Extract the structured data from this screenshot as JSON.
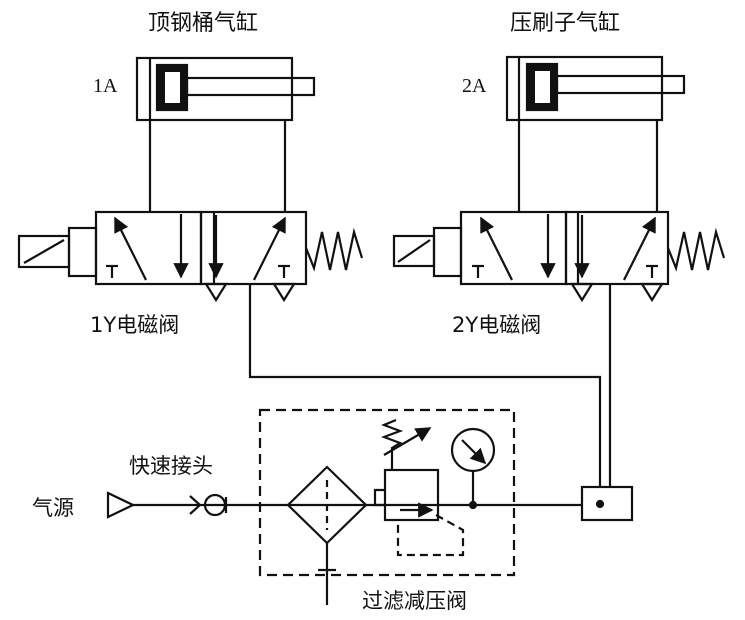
{
  "labels": {
    "cylinder_1_title": "顶钢桶气缸",
    "cylinder_2_title": "压刷子气缸",
    "cylinder_1_tag": "1A",
    "cylinder_2_tag": "2A",
    "valve_1": "1Y电磁阀",
    "valve_2": "2Y电磁阀",
    "quick_coupler": "快速接头",
    "air_source": "气源",
    "filter_regulator": "过滤减压阀"
  },
  "colors": {
    "line": "#111111",
    "background": "#ffffff"
  }
}
